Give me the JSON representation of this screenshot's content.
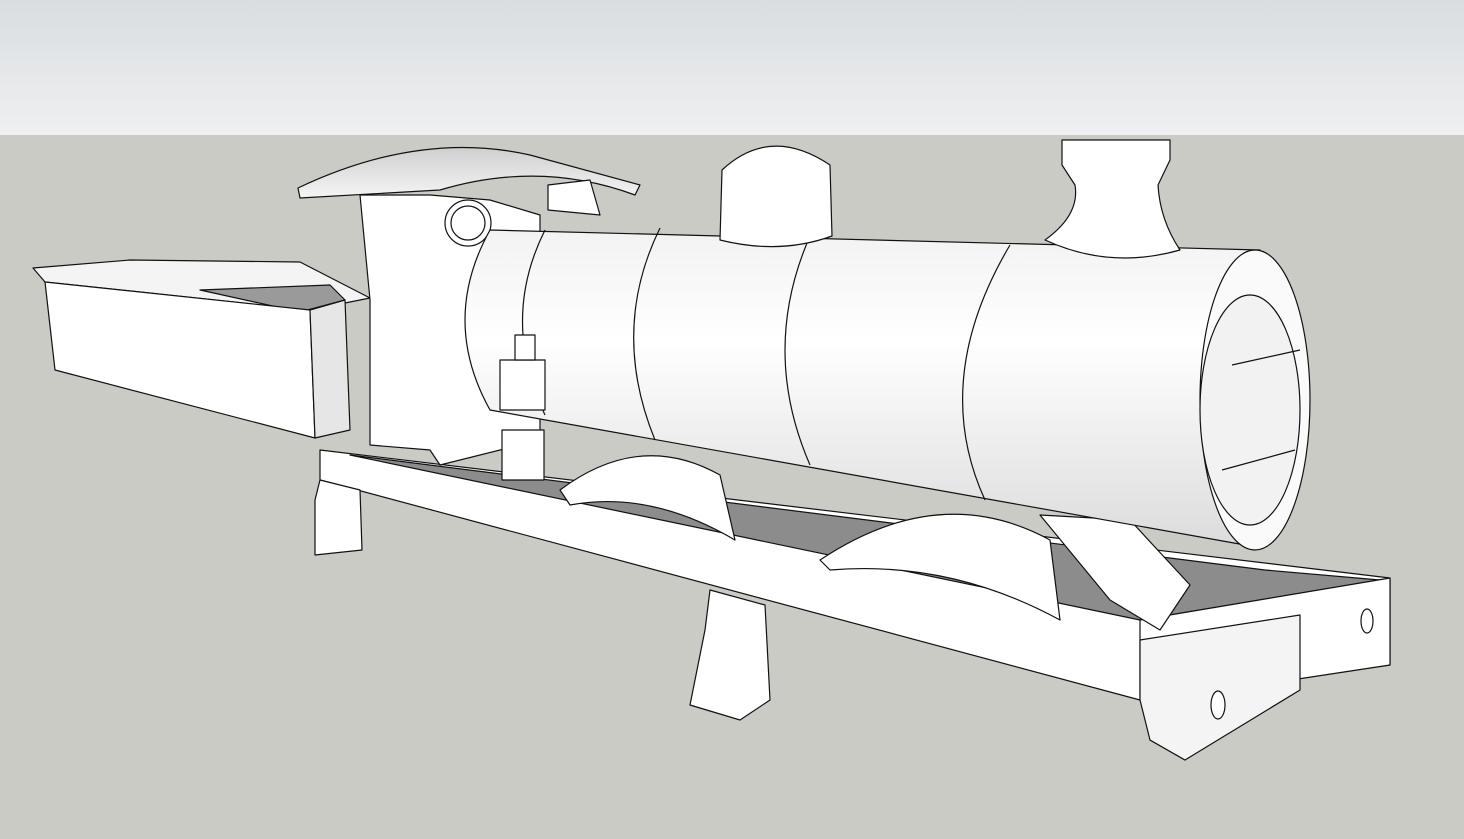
{
  "viewport": {
    "sky_top_color": "#d9dde0",
    "sky_bottom_color": "#eff0f1",
    "ground_color": "#cbcbc6",
    "face_color": "#ffffff",
    "shade_color": "#e4e4e4",
    "shadow_color": "#8c8c8c",
    "edge_color": "#111111"
  },
  "model": {
    "parts": [
      "tender",
      "cab",
      "boiler",
      "dome",
      "chimney",
      "smokebox-door",
      "frames",
      "splashers",
      "buffer-beam"
    ]
  }
}
